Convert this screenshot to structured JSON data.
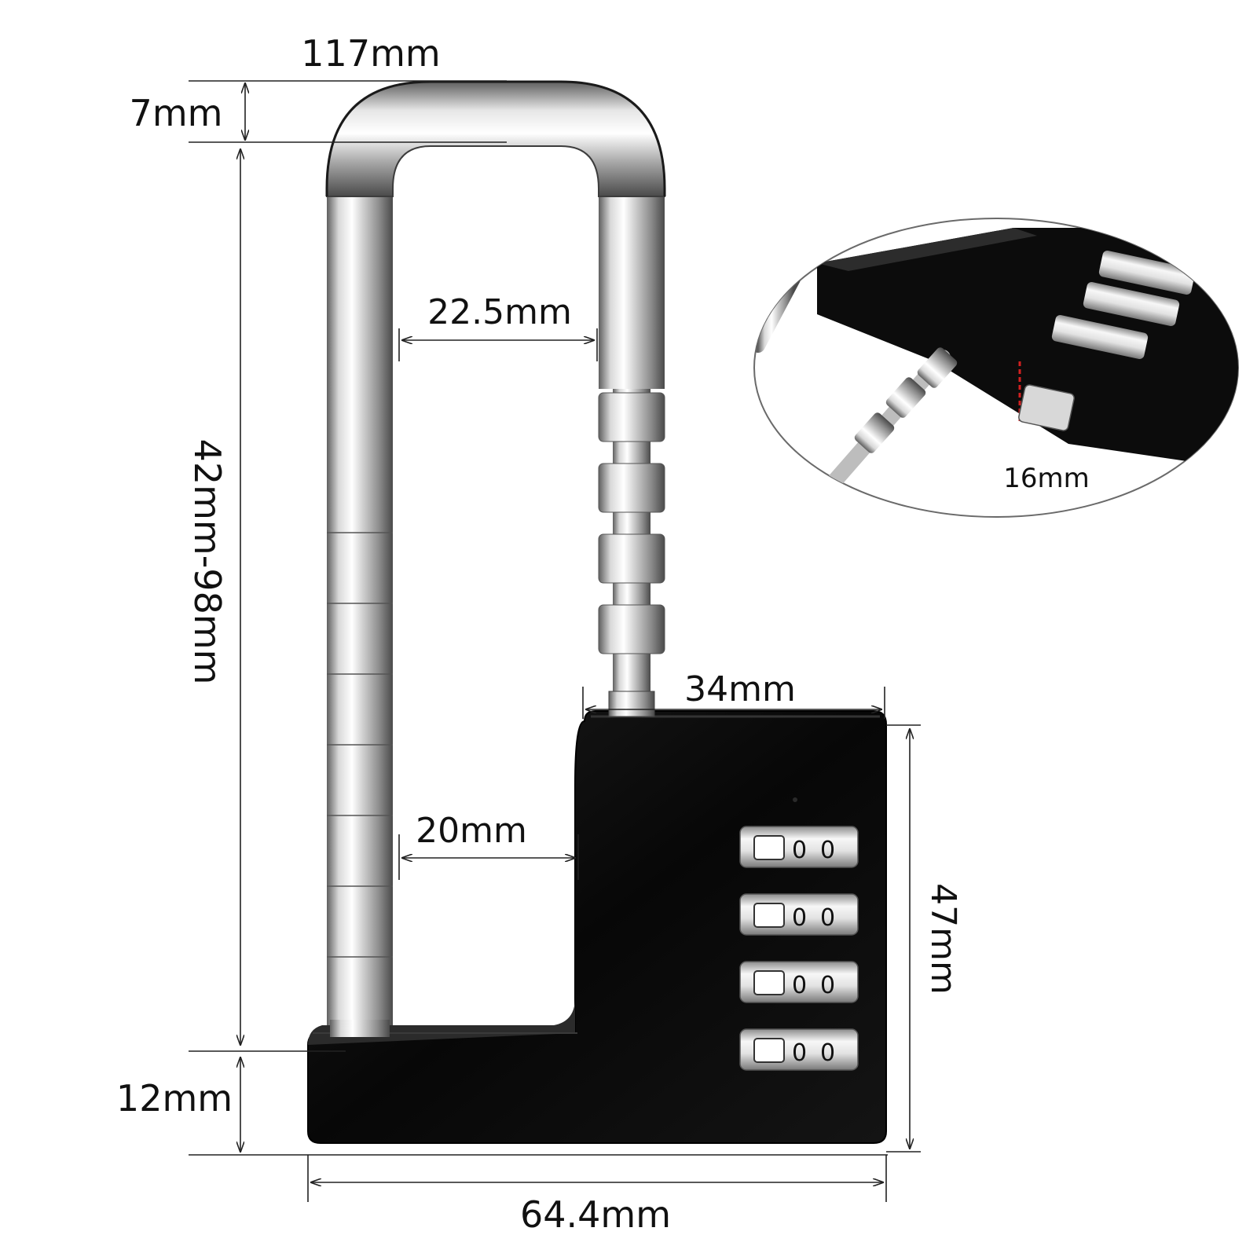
{
  "dimensions": {
    "top_width": "117mm",
    "shackle_thickness": "7mm",
    "shackle_height": "42mm-98mm",
    "inner_width_top": "22.5mm",
    "inner_width_bottom": "20mm",
    "body_width": "34mm",
    "body_height": "47mm",
    "base_height": "12mm",
    "total_width": "64.4mm",
    "inset_shackle": "16mm"
  },
  "dial_digits": [
    "0",
    "0",
    "0",
    "0"
  ],
  "colors": {
    "body": "#0d0d0d",
    "chrome_light": "#f4f4f4",
    "chrome_dark": "#6a6a6a",
    "dim_line": "#222222",
    "accent_red": "#d22020"
  }
}
